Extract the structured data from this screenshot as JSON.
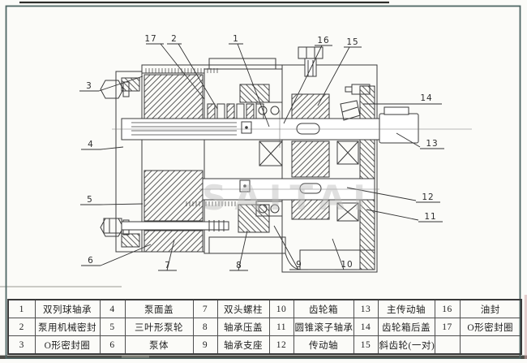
{
  "page": {
    "frame_color": "#4e6664",
    "line_color": "#3b3b3b",
    "scan_smudge_color": "#4c4c46"
  },
  "watermark": {
    "text": "SAITAI"
  },
  "parts": {
    "p1": {
      "no": "1",
      "name": "双列球轴承"
    },
    "p2": {
      "no": "2",
      "name": "泵用机械密封"
    },
    "p3": {
      "no": "3",
      "name": "O形密封圈"
    },
    "p4": {
      "no": "4",
      "name": "泵面盖"
    },
    "p5": {
      "no": "5",
      "name": "三叶形泵轮"
    },
    "p6": {
      "no": "6",
      "name": "泵体"
    },
    "p7": {
      "no": "7",
      "name": "双头螺柱"
    },
    "p8": {
      "no": "8",
      "name": "轴承压盖"
    },
    "p9": {
      "no": "9",
      "name": "轴承支座"
    },
    "p10": {
      "no": "10",
      "name": "齿轮箱"
    },
    "p11": {
      "no": "11",
      "name": "圆锥滚子轴承"
    },
    "p12": {
      "no": "12",
      "name": "传动轴"
    },
    "p13": {
      "no": "13",
      "name": "主传动轴"
    },
    "p14": {
      "no": "14",
      "name": "齿轮箱后盖"
    },
    "p15": {
      "no": "15",
      "name": "斜齿轮(一对)"
    },
    "p16": {
      "no": "16",
      "name": "油封"
    },
    "p17": {
      "no": "17",
      "name": "O形密封圈"
    }
  },
  "table": {
    "empty": ""
  }
}
